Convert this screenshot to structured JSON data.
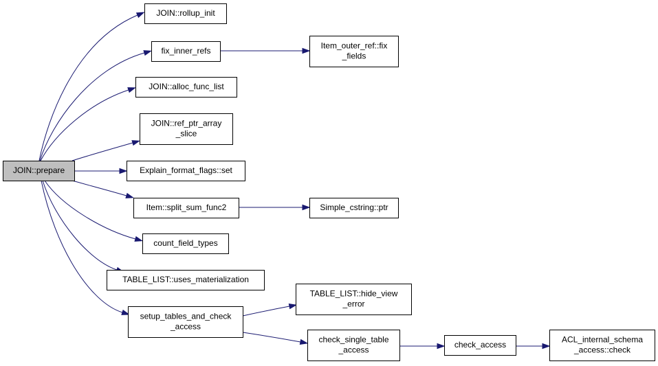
{
  "graph": {
    "nodes": [
      {
        "id": "join_prepare",
        "lines": [
          "JOIN::prepare"
        ],
        "root": true
      },
      {
        "id": "rollup_init",
        "lines": [
          "JOIN::rollup_init"
        ]
      },
      {
        "id": "fix_inner_refs",
        "lines": [
          "fix_inner_refs"
        ]
      },
      {
        "id": "item_outer_ref_fix_fields",
        "lines": [
          "Item_outer_ref::fix",
          "_fields"
        ]
      },
      {
        "id": "alloc_func_list",
        "lines": [
          "JOIN::alloc_func_list"
        ]
      },
      {
        "id": "ref_ptr_array_slice",
        "lines": [
          "JOIN::ref_ptr_array",
          "_slice"
        ]
      },
      {
        "id": "explain_format_flags_set",
        "lines": [
          "Explain_format_flags::set"
        ]
      },
      {
        "id": "split_sum_func2",
        "lines": [
          "Item::split_sum_func2"
        ]
      },
      {
        "id": "simple_cstring_ptr",
        "lines": [
          "Simple_cstring::ptr"
        ]
      },
      {
        "id": "count_field_types",
        "lines": [
          "count_field_types"
        ]
      },
      {
        "id": "uses_materialization",
        "lines": [
          "TABLE_LIST::uses_materialization"
        ]
      },
      {
        "id": "setup_tables_and_check_access",
        "lines": [
          "setup_tables_and_check",
          "_access"
        ]
      },
      {
        "id": "hide_view_error",
        "lines": [
          "TABLE_LIST::hide_view",
          "_error"
        ]
      },
      {
        "id": "check_single_table_access",
        "lines": [
          "check_single_table",
          "_access"
        ]
      },
      {
        "id": "check_access",
        "lines": [
          "check_access"
        ]
      },
      {
        "id": "acl_internal_schema_access_check",
        "lines": [
          "ACL_internal_schema",
          "_access::check"
        ]
      }
    ],
    "edges": [
      {
        "from": "join_prepare",
        "to": "rollup_init"
      },
      {
        "from": "join_prepare",
        "to": "fix_inner_refs"
      },
      {
        "from": "join_prepare",
        "to": "alloc_func_list"
      },
      {
        "from": "join_prepare",
        "to": "ref_ptr_array_slice"
      },
      {
        "from": "join_prepare",
        "to": "explain_format_flags_set"
      },
      {
        "from": "join_prepare",
        "to": "split_sum_func2"
      },
      {
        "from": "join_prepare",
        "to": "count_field_types"
      },
      {
        "from": "join_prepare",
        "to": "uses_materialization"
      },
      {
        "from": "join_prepare",
        "to": "setup_tables_and_check_access"
      },
      {
        "from": "fix_inner_refs",
        "to": "item_outer_ref_fix_fields"
      },
      {
        "from": "split_sum_func2",
        "to": "simple_cstring_ptr"
      },
      {
        "from": "setup_tables_and_check_access",
        "to": "hide_view_error"
      },
      {
        "from": "setup_tables_and_check_access",
        "to": "check_single_table_access"
      },
      {
        "from": "check_single_table_access",
        "to": "check_access"
      },
      {
        "from": "check_access",
        "to": "acl_internal_schema_access_check"
      }
    ],
    "colors": {
      "edge": "#191970",
      "root_fill": "#bfbfbf",
      "node_fill": "#ffffff",
      "border": "#000000"
    }
  }
}
